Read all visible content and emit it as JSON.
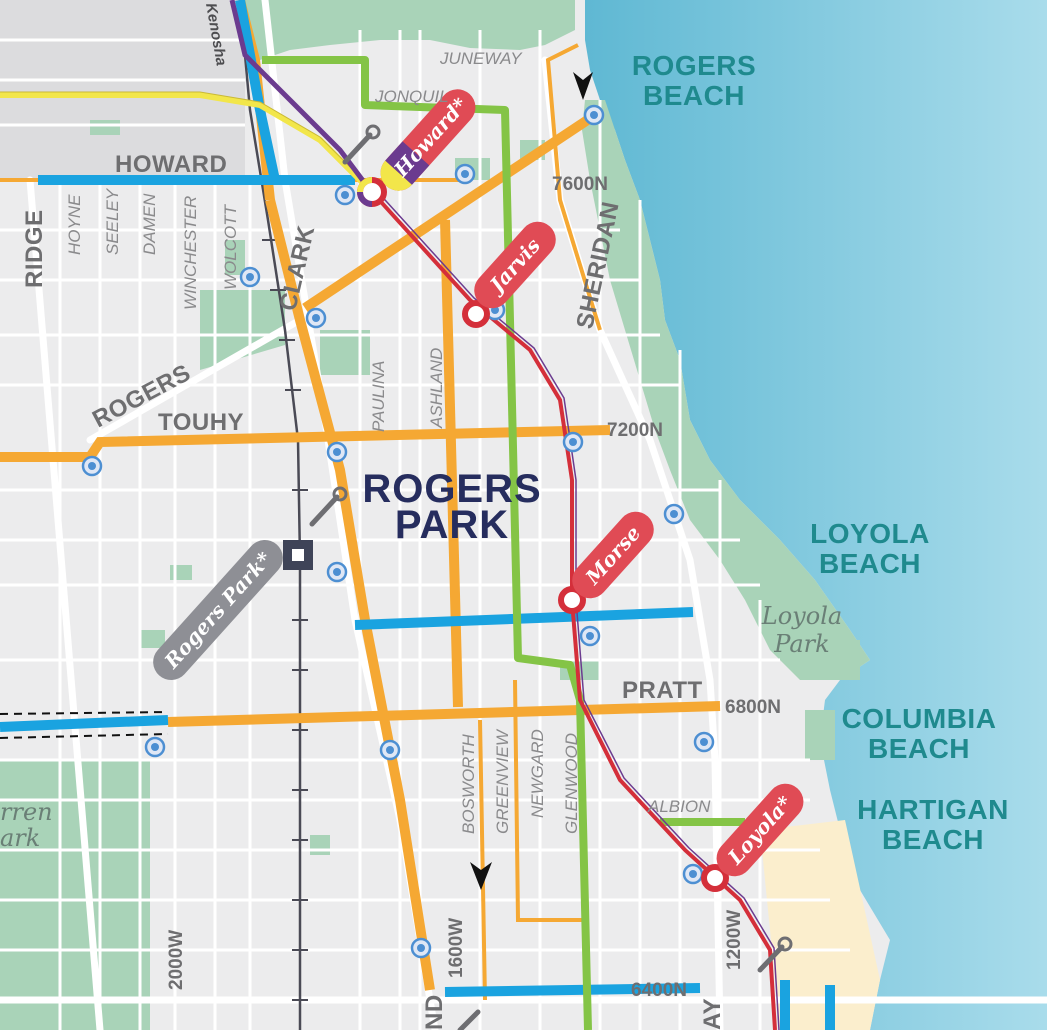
{
  "map": {
    "neighborhood": {
      "line1": "ROGERS",
      "line2": "PARK"
    },
    "beaches": [
      {
        "line1": "ROGERS",
        "line2": "BEACH"
      },
      {
        "line1": "LOYOLA",
        "line2": "BEACH"
      },
      {
        "line1": "COLUMBIA",
        "line2": "BEACH"
      },
      {
        "line1": "HARTIGAN",
        "line2": "BEACH"
      }
    ],
    "parks": [
      {
        "line1": "Loyola",
        "line2": "Park"
      },
      {
        "line1": "rren",
        "line2": "ark"
      }
    ],
    "major_streets": [
      "HOWARD",
      "CLARK",
      "RIDGE",
      "ROGERS",
      "TOUHY",
      "SHERIDAN",
      "PRATT"
    ],
    "minor_streets": [
      "JUNEWAY",
      "JONQUIL",
      "HOYNE",
      "SEELEY",
      "DAMEN",
      "WINCHESTER",
      "WOLCOTT",
      "PAULINA",
      "ASHLAND",
      "BOSWORTH",
      "GREENVIEW",
      "NEWGARD",
      "GLENWOOD",
      "ALBION",
      "Kenosha"
    ],
    "grid_labels": [
      "7600N",
      "7200N",
      "6800N",
      "6400N",
      "2000W",
      "1600W",
      "1200W"
    ],
    "edge_fragments": [
      "AY",
      "ND"
    ],
    "stations": [
      {
        "name": "Howard*",
        "lines": [
          "Red",
          "Purple",
          "Yellow"
        ]
      },
      {
        "name": "Jarvis",
        "lines": [
          "Red"
        ]
      },
      {
        "name": "Morse",
        "lines": [
          "Red"
        ]
      },
      {
        "name": "Loyola*",
        "lines": [
          "Red"
        ]
      },
      {
        "name": "Rogers Park*",
        "lines": [
          "Metra"
        ]
      }
    ],
    "colors": {
      "water": "#7cc7dc",
      "land": "#ececed",
      "park": "#a9d3b8",
      "bus_orange": "#f5a833",
      "bus_blue": "#1aa3e0",
      "bike_green": "#84c446",
      "red_line": "#d42f3a",
      "purple_line": "#6b3b8f",
      "yellow_line": "#f2e64a",
      "station_label_red": "#e04b55",
      "station_label_gray": "#8e8f95",
      "beach_text": "#1f8a8e",
      "neighborhood_text": "#262d5e"
    }
  }
}
